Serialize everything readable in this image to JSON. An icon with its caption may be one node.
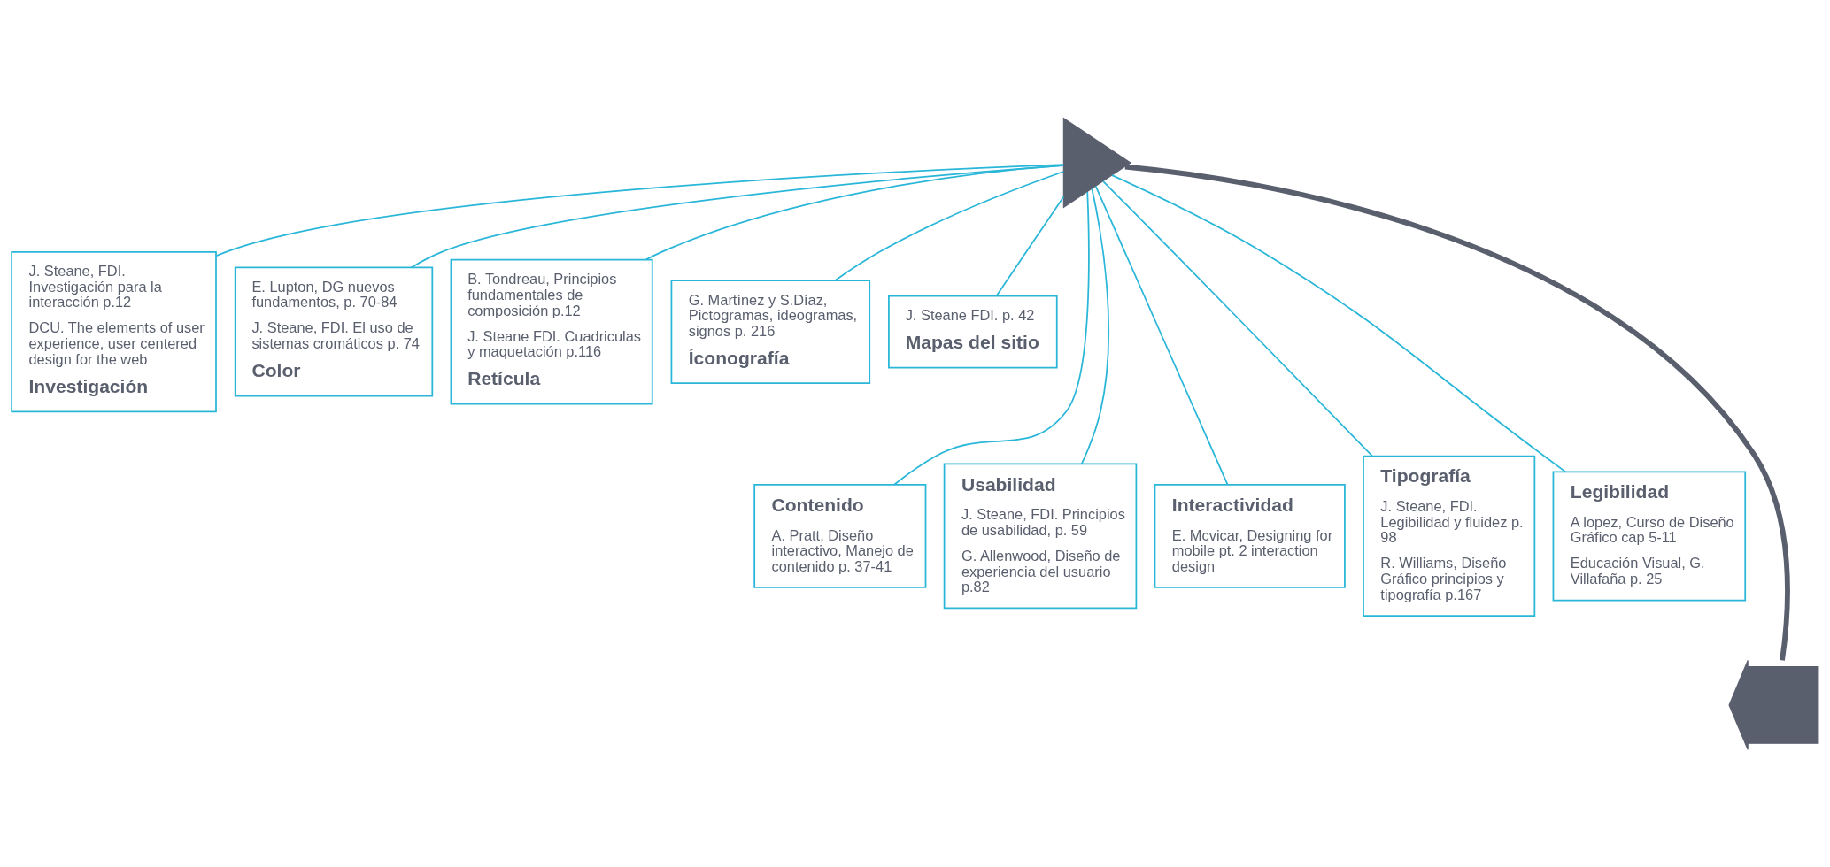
{
  "diagram": {
    "nodes": [
      {
        "text": [],
        "shape": "triangle"
      },
      {
        "text": [
          "J. Steane, FDI. Investigación para la interacción p.12",
          "DCU. The elements of user experience, user centered design for the web",
          "Investigación"
        ]
      },
      {
        "text": [
          "E. Lupton, DG nuevos fundamentos, p. 70-84",
          "J. Steane, FDI. El uso de sistemas cromáticos p. 74",
          "Color"
        ]
      },
      {
        "text": [
          "B. Tondreau, Principios fundamentales de composición p.12",
          "J. Steane FDI. Cuadriculas y maquetación p.116",
          "Retícula"
        ]
      },
      {
        "text": [
          "G. Martínez y S.Díaz, Pictogramas, ideogramas, signos p. 216",
          "Íconografía"
        ]
      },
      {
        "text": [
          "J. Steane FDI. p. 42",
          "Mapas del sitio"
        ]
      },
      {
        "text": [
          "Contenido",
          "A. Pratt, Diseño interactivo, Manejo de contenido p. 37-41"
        ]
      },
      {
        "text": [
          "Usabilidad",
          "J. Steane, FDI. Principios de usabilidad, p. 59",
          "G. Allenwood, Diseño de experiencia del usuario p.82"
        ]
      },
      {
        "text": [
          "Interactividad",
          "E. Mcvicar, Designing for mobile pt. 2 interaction design"
        ]
      },
      {
        "text": [
          "Tipografía",
          "J. Steane, FDI. Legibilidad y fluidez p. 98",
          "R. Williams, Diseño Gráfico principios y tipografía p.167"
        ]
      },
      {
        "text": [
          "Legibilidad",
          "A lopez, Curso de Diseño Gráfico cap 5-11",
          "Educación Visual, G. Villafaña p. 25"
        ]
      },
      {
        "text": [],
        "shape": "chevron"
      }
    ],
    "edges": [
      {
        "from": 0,
        "to": 11,
        "arrow": "none",
        "style": "thick",
        "color": "#5a5f6e"
      },
      {
        "from": 0,
        "to": 1,
        "arrow": "none"
      },
      {
        "from": 0,
        "to": 2,
        "arrow": "none"
      },
      {
        "from": 0,
        "to": 3,
        "arrow": "none"
      },
      {
        "from": 0,
        "to": 4,
        "arrow": "none"
      },
      {
        "from": 0,
        "to": 5,
        "arrow": "none"
      },
      {
        "from": 0,
        "to": 6,
        "arrow": "none"
      },
      {
        "from": 0,
        "to": 7,
        "arrow": "none"
      },
      {
        "from": 0,
        "to": 8,
        "arrow": "none"
      },
      {
        "from": 0,
        "to": 9,
        "arrow": "none"
      },
      {
        "from": 0,
        "to": 10,
        "arrow": "none"
      }
    ]
  }
}
